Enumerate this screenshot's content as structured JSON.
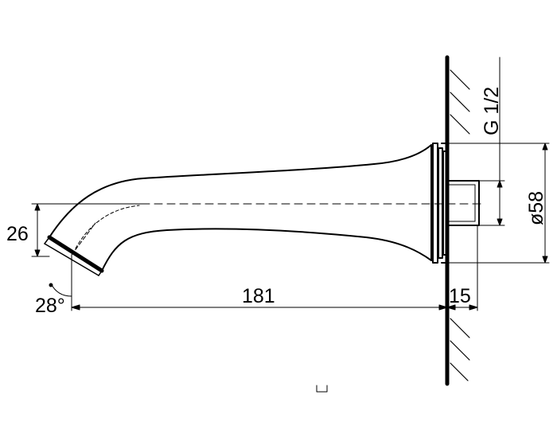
{
  "dimensions": {
    "height_26": "26",
    "angle_28": "28°",
    "length_181": "181",
    "length_15": "15",
    "diameter_58": "ø58",
    "thread": "G 1/2"
  },
  "colors": {
    "line": "#000000",
    "background": "#ffffff"
  }
}
